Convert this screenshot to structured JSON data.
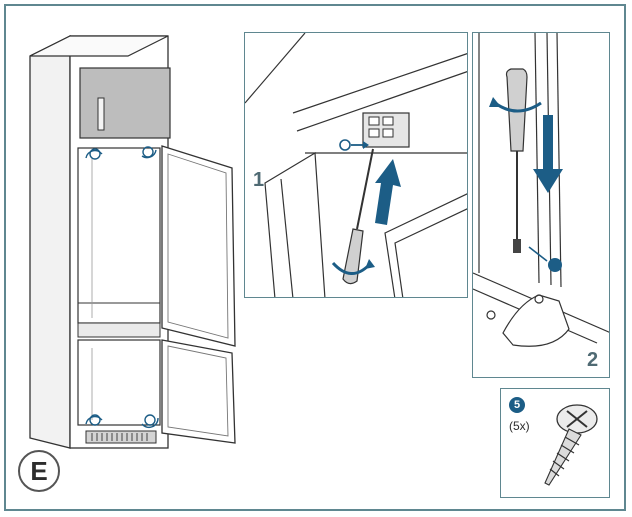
{
  "figure": {
    "step_letter": "E",
    "panel_1_number": "1",
    "panel_2_number": "2",
    "screw_callout": "5",
    "screw_quantity": "(5x)",
    "accent_color": "#1c5d86",
    "frame_color": "#5f8790"
  }
}
